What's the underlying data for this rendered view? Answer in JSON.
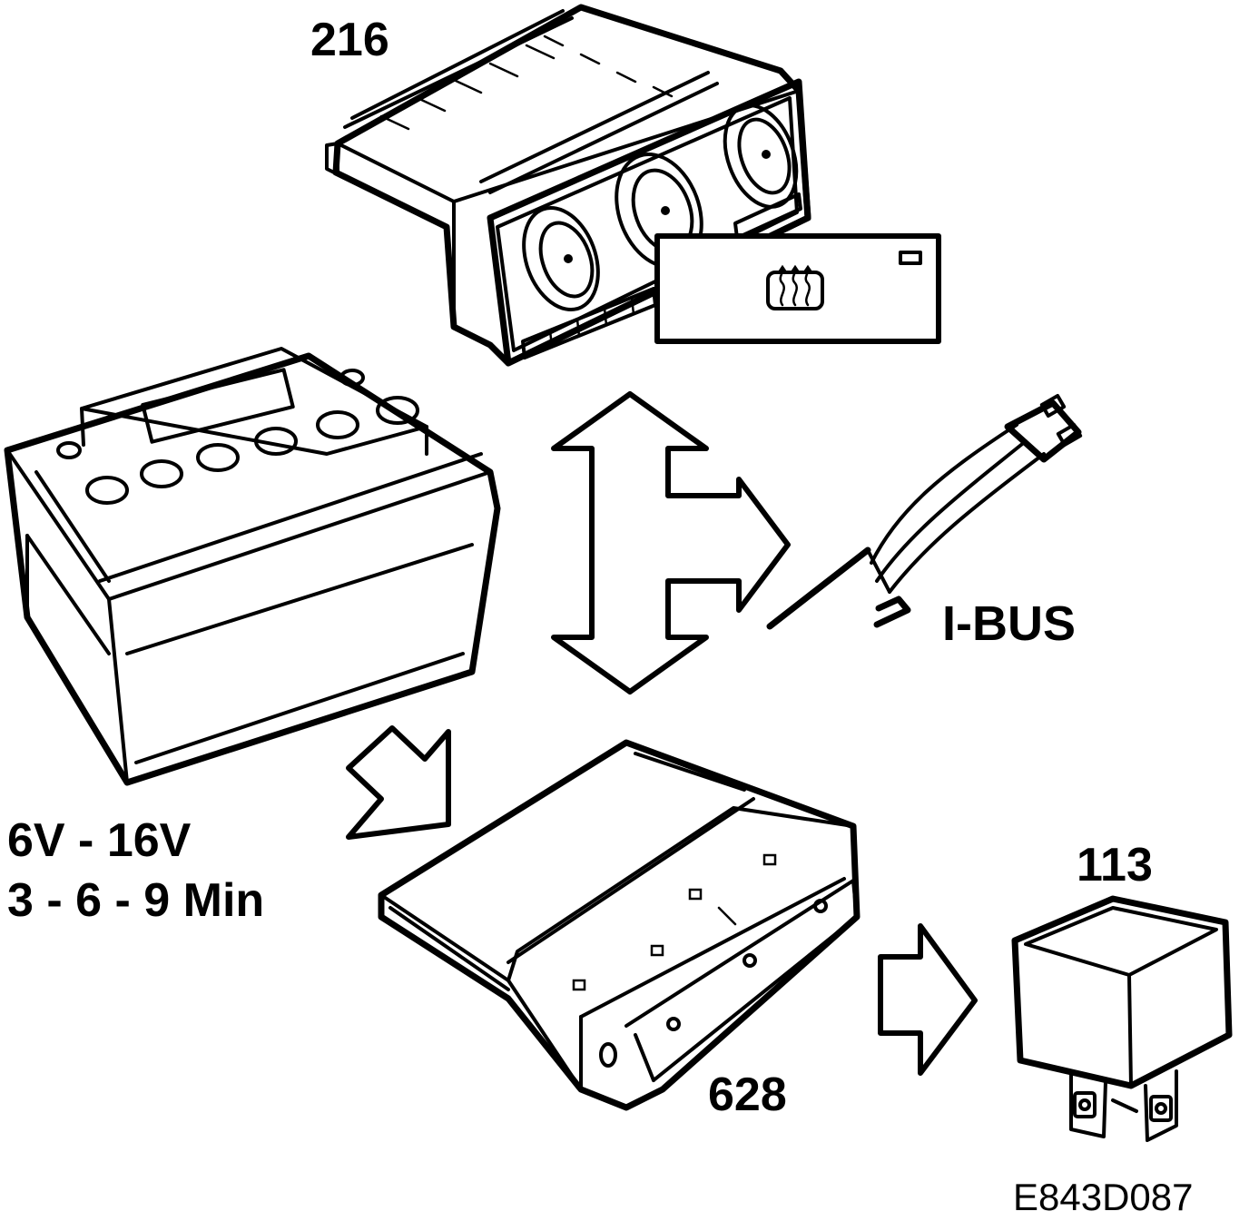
{
  "components": {
    "control_panel": {
      "label": "216"
    },
    "control_module": {
      "label": "628"
    },
    "relay": {
      "label": "113"
    }
  },
  "bus": {
    "label": "I-BUS"
  },
  "battery": {
    "voltage_label": "6V - 16V",
    "time_label": "3 - 6 - 9 Min"
  },
  "figure": {
    "reference": "E843D087"
  },
  "icons": [
    "climate-control-panel-icon",
    "rear-window-defrost-icon",
    "battery-icon",
    "connector-plug-icon",
    "control-module-icon",
    "relay-icon",
    "double-arrow-icon",
    "arrow-icon"
  ],
  "colors": {
    "line": "#000000",
    "background": "#ffffff"
  }
}
